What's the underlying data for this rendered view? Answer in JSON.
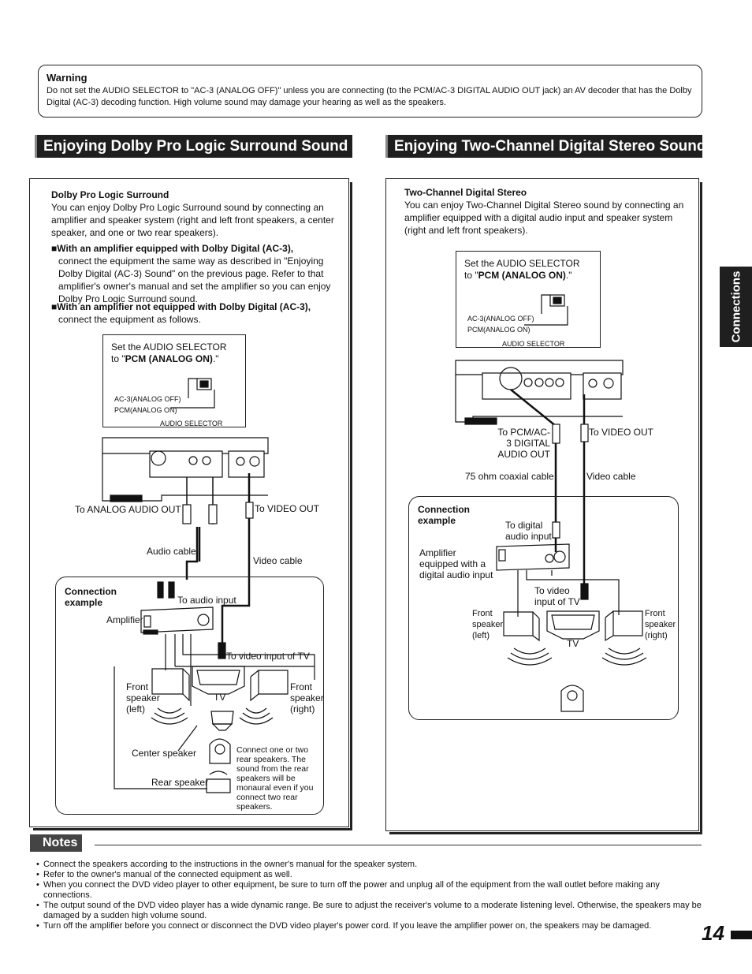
{
  "warning": {
    "title": "Warning",
    "text": "Do not set the AUDIO SELECTOR to \"AC-3 (ANALOG OFF)\" unless you are connecting (to the PCM/AC-3 DIGITAL AUDIO OUT jack) an AV decoder that has the Dolby Digital (AC-3) decoding function. High volume sound may damage your hearing as well as the speakers."
  },
  "left": {
    "banner": "Enjoying Dolby Pro Logic Surround Sound",
    "section_title": "Dolby Pro Logic Surround",
    "intro": "You can enjoy Dolby Pro Logic Surround sound by connecting an amplifier and speaker system (right and left front speakers, a center speaker, and one or two rear speakers).",
    "bullet1_title": "With an amplifier equipped with Dolby Digital (AC-3),",
    "bullet1_text": "connect the equipment the same way as described in \"Enjoying Dolby Digital (AC-3) Sound\" on the previous page. Refer to that amplifier's owner's manual and set the amplifier so you can enjoy Dolby Pro Logic Surround sound.",
    "bullet2_title": "With an amplifier not equipped with Dolby Digital (AC-3),",
    "bullet2_text": "connect the equipment as follows.",
    "selector_line1": "Set the AUDIO SELECTOR",
    "selector_line2_pre": "to \"",
    "selector_line2_bold": "PCM (ANALOG ON)",
    "selector_line2_post": ".\"",
    "selector_ac3": "AC-3(ANALOG OFF)",
    "selector_pcm": "PCM(ANALOG ON)",
    "selector_caption": "AUDIO SELECTOR",
    "to_analog_audio_out": "To ANALOG AUDIO OUT",
    "to_video_out": "To VIDEO OUT",
    "audio_cable": "Audio cable",
    "video_cable": "Video cable",
    "connection_example": "Connection example",
    "to_audio_input": "To audio input",
    "amplifier": "Amplifier",
    "to_video_input_tv": "To video input of TV",
    "front_speaker_left": "Front speaker (left)",
    "tv": "TV",
    "front_speaker_right": "Front speaker (right)",
    "center_speaker": "Center speaker",
    "rear_speaker": "Rear speaker",
    "rear_note": "Connect one or two rear speakers. The sound from the rear speakers will be monaural even if you connect two rear speakers."
  },
  "right": {
    "banner": "Enjoying Two-Channel Digital Stereo Sound",
    "section_title": "Two-Channel Digital Stereo",
    "intro": "You can enjoy Two-Channel Digital Stereo sound by connecting an amplifier equipped with a digital audio input and speaker system (right and left front speakers).",
    "selector_line1": "Set the AUDIO SELECTOR",
    "selector_line2_pre": "to \"",
    "selector_line2_bold": "PCM (ANALOG ON)",
    "selector_line2_post": ".\"",
    "selector_ac3": "AC-3(ANALOG OFF)",
    "selector_pcm": "PCM(ANALOG ON)",
    "selector_caption": "AUDIO SELECTOR",
    "to_pcm_ac3": "To PCM/AC-3 DIGITAL AUDIO OUT",
    "to_video_out": "To VIDEO OUT",
    "coax_cable": "75 ohm coaxial cable",
    "video_cable": "Video cable",
    "connection_example": "Connection example",
    "to_digital_audio_input": "To digital audio input",
    "amplifier_digital": "Amplifier equipped with a digital audio input",
    "to_video_input_tv": "To video input of TV",
    "front_speaker_left": "Front speaker (left)",
    "tv": "TV",
    "front_speaker_right": "Front speaker (right)"
  },
  "side_tab": "Connections",
  "notes": {
    "title": "Notes",
    "items": [
      "Connect the speakers according to the instructions in the owner's manual for the speaker system.",
      "Refer to the owner's manual of the connected equipment as well.",
      "When you connect the DVD video player to other equipment, be sure to turn off the power and unplug all of the equipment from the wall outlet before making any connections.",
      "The output sound of the DVD video player has a wide dynamic range. Be sure to adjust the receiver's volume to a moderate listening level. Otherwise, the speakers may be damaged by a sudden high volume sound.",
      "Turn off the amplifier before you connect or disconnect the DVD video player's power cord. If you leave the amplifier power on, the speakers may be damaged."
    ]
  },
  "page_number": "14"
}
